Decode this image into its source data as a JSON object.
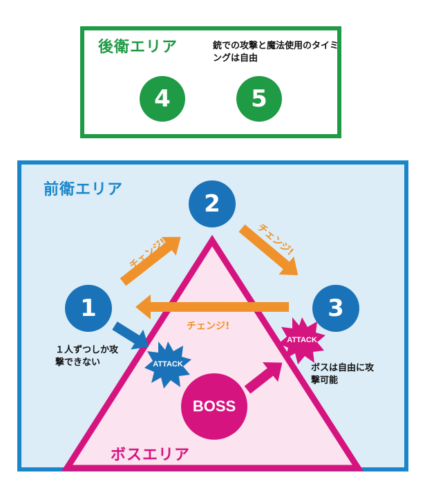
{
  "rear_area": {
    "title": "後衛エリア",
    "note": "銃での攻撃と魔法使用のタイミングは自由",
    "members": [
      "4",
      "5"
    ]
  },
  "front_area": {
    "title": "前衛エリア",
    "members": [
      "1",
      "2",
      "3"
    ],
    "change_label": "チェンジ!",
    "note_1": "１人ずつしか攻撃できない",
    "note_3": "ボスは自由に攻撃可能",
    "attack_label": "ATTACK"
  },
  "boss_area": {
    "title": "ボスエリア",
    "boss_label": "BOSS"
  },
  "colors": {
    "rear": "#1f9a45",
    "front": "#1a86c9",
    "front_bg": "#dcedf8",
    "circle_blue": "#1a73b8",
    "boss": "#d6147f",
    "boss_bg": "#fbe3ef",
    "arrow": "#f0922b"
  }
}
